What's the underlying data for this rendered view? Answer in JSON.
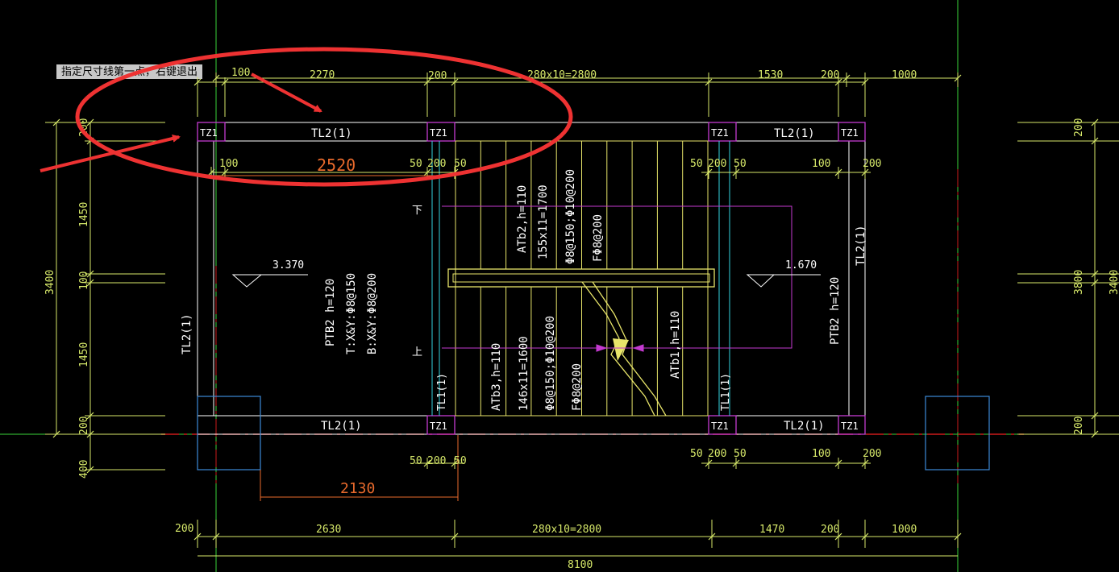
{
  "command_tip": "指定尺寸线第一点，右键退出",
  "colors": {
    "background": "#000000",
    "dimension": "#d7e96a",
    "yellow": "#e8e56a",
    "white": "#ffffff",
    "magenta": "#c43ad0",
    "cyan": "#35d5e0",
    "green": "#3ad43a",
    "blue": "#3c8ad8",
    "red_dim": "#e86a2c",
    "red_axis": "#cc1b1b",
    "annotation": "#ee3232"
  },
  "dims": {
    "top_100": "100",
    "top_2270": "2270",
    "top_200a": "200",
    "top_2800": "280x10=2800",
    "top_1530": "1530",
    "top_200b": "200",
    "top_1000": "1000",
    "red_2520": "2520",
    "red_2130": "2130",
    "in_100a": "100",
    "in_50a": "50",
    "in_200a": "200",
    "in_50b": "50",
    "in_50c": "50",
    "in_200b": "200",
    "in_50d": "50",
    "in_100b": "100",
    "in_200c": "200",
    "low_50a": "50",
    "low_200a": "200",
    "low_50b": "50",
    "low_50c": "50",
    "low_200b": "200",
    "low_50d": "50",
    "low_100": "100",
    "low_200c": "200",
    "bot_200": "200",
    "bot_2630": "2630",
    "bot_2800": "280x10=2800",
    "bot_1470": "1470",
    "bot_200b": "200",
    "bot_1000": "1000",
    "bot_total": "8100",
    "left_200a": "200",
    "left_1450a": "1450",
    "left_100": "100",
    "left_1450b": "1450",
    "left_200b": "200",
    "left_400": "400",
    "left_total": "3400",
    "right_200a": "200",
    "right_3800": "3800",
    "right_200b": "200",
    "right_3400_cut": "3400"
  },
  "labels": {
    "tz1": "TZ1",
    "tl2": "TL2(1)",
    "tl1": "TL1(1)",
    "elev_left": "3.370",
    "elev_right": "1.670",
    "ptb_left_1": "PTB2  h=120",
    "ptb_left_2": "T:X&Y:Φ8@150",
    "ptb_left_3": "B:X&Y:Φ8@200",
    "ptb_right": "PTB2  h=120",
    "atb2_1": "ATb2,h=110",
    "atb2_2": "155x11=1700",
    "atb2_3": "Φ8@150;Φ10@200",
    "atb2_4": "FΦ8@200",
    "atb3_1": "ATb3,h=110",
    "atb3_2": "146x11=1600",
    "atb3_3": "Φ8@150;Φ10@200",
    "atb3_4": "FΦ8@200",
    "atb1": "ATb1,h=110",
    "down": "下",
    "up": "上"
  }
}
